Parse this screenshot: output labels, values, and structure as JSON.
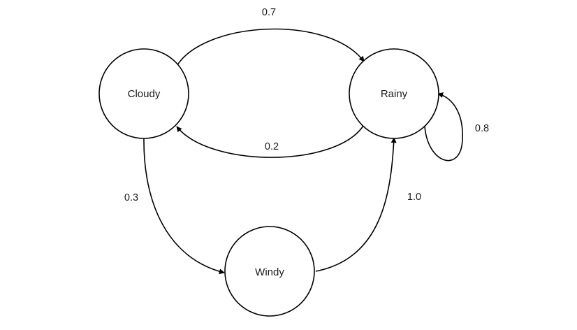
{
  "states": {
    "cloudy": "Cloudy",
    "rainy": "Rainy",
    "windy": "Windy"
  },
  "transitions": {
    "cloudy_to_rainy": "0.7",
    "rainy_to_cloudy": "0.2",
    "rainy_to_rainy": "0.8",
    "cloudy_to_windy": "0.3",
    "windy_to_rainy": "1.0"
  },
  "colors": {
    "stroke": "#000000",
    "text": "#1a1a1a",
    "background": "#ffffff"
  }
}
